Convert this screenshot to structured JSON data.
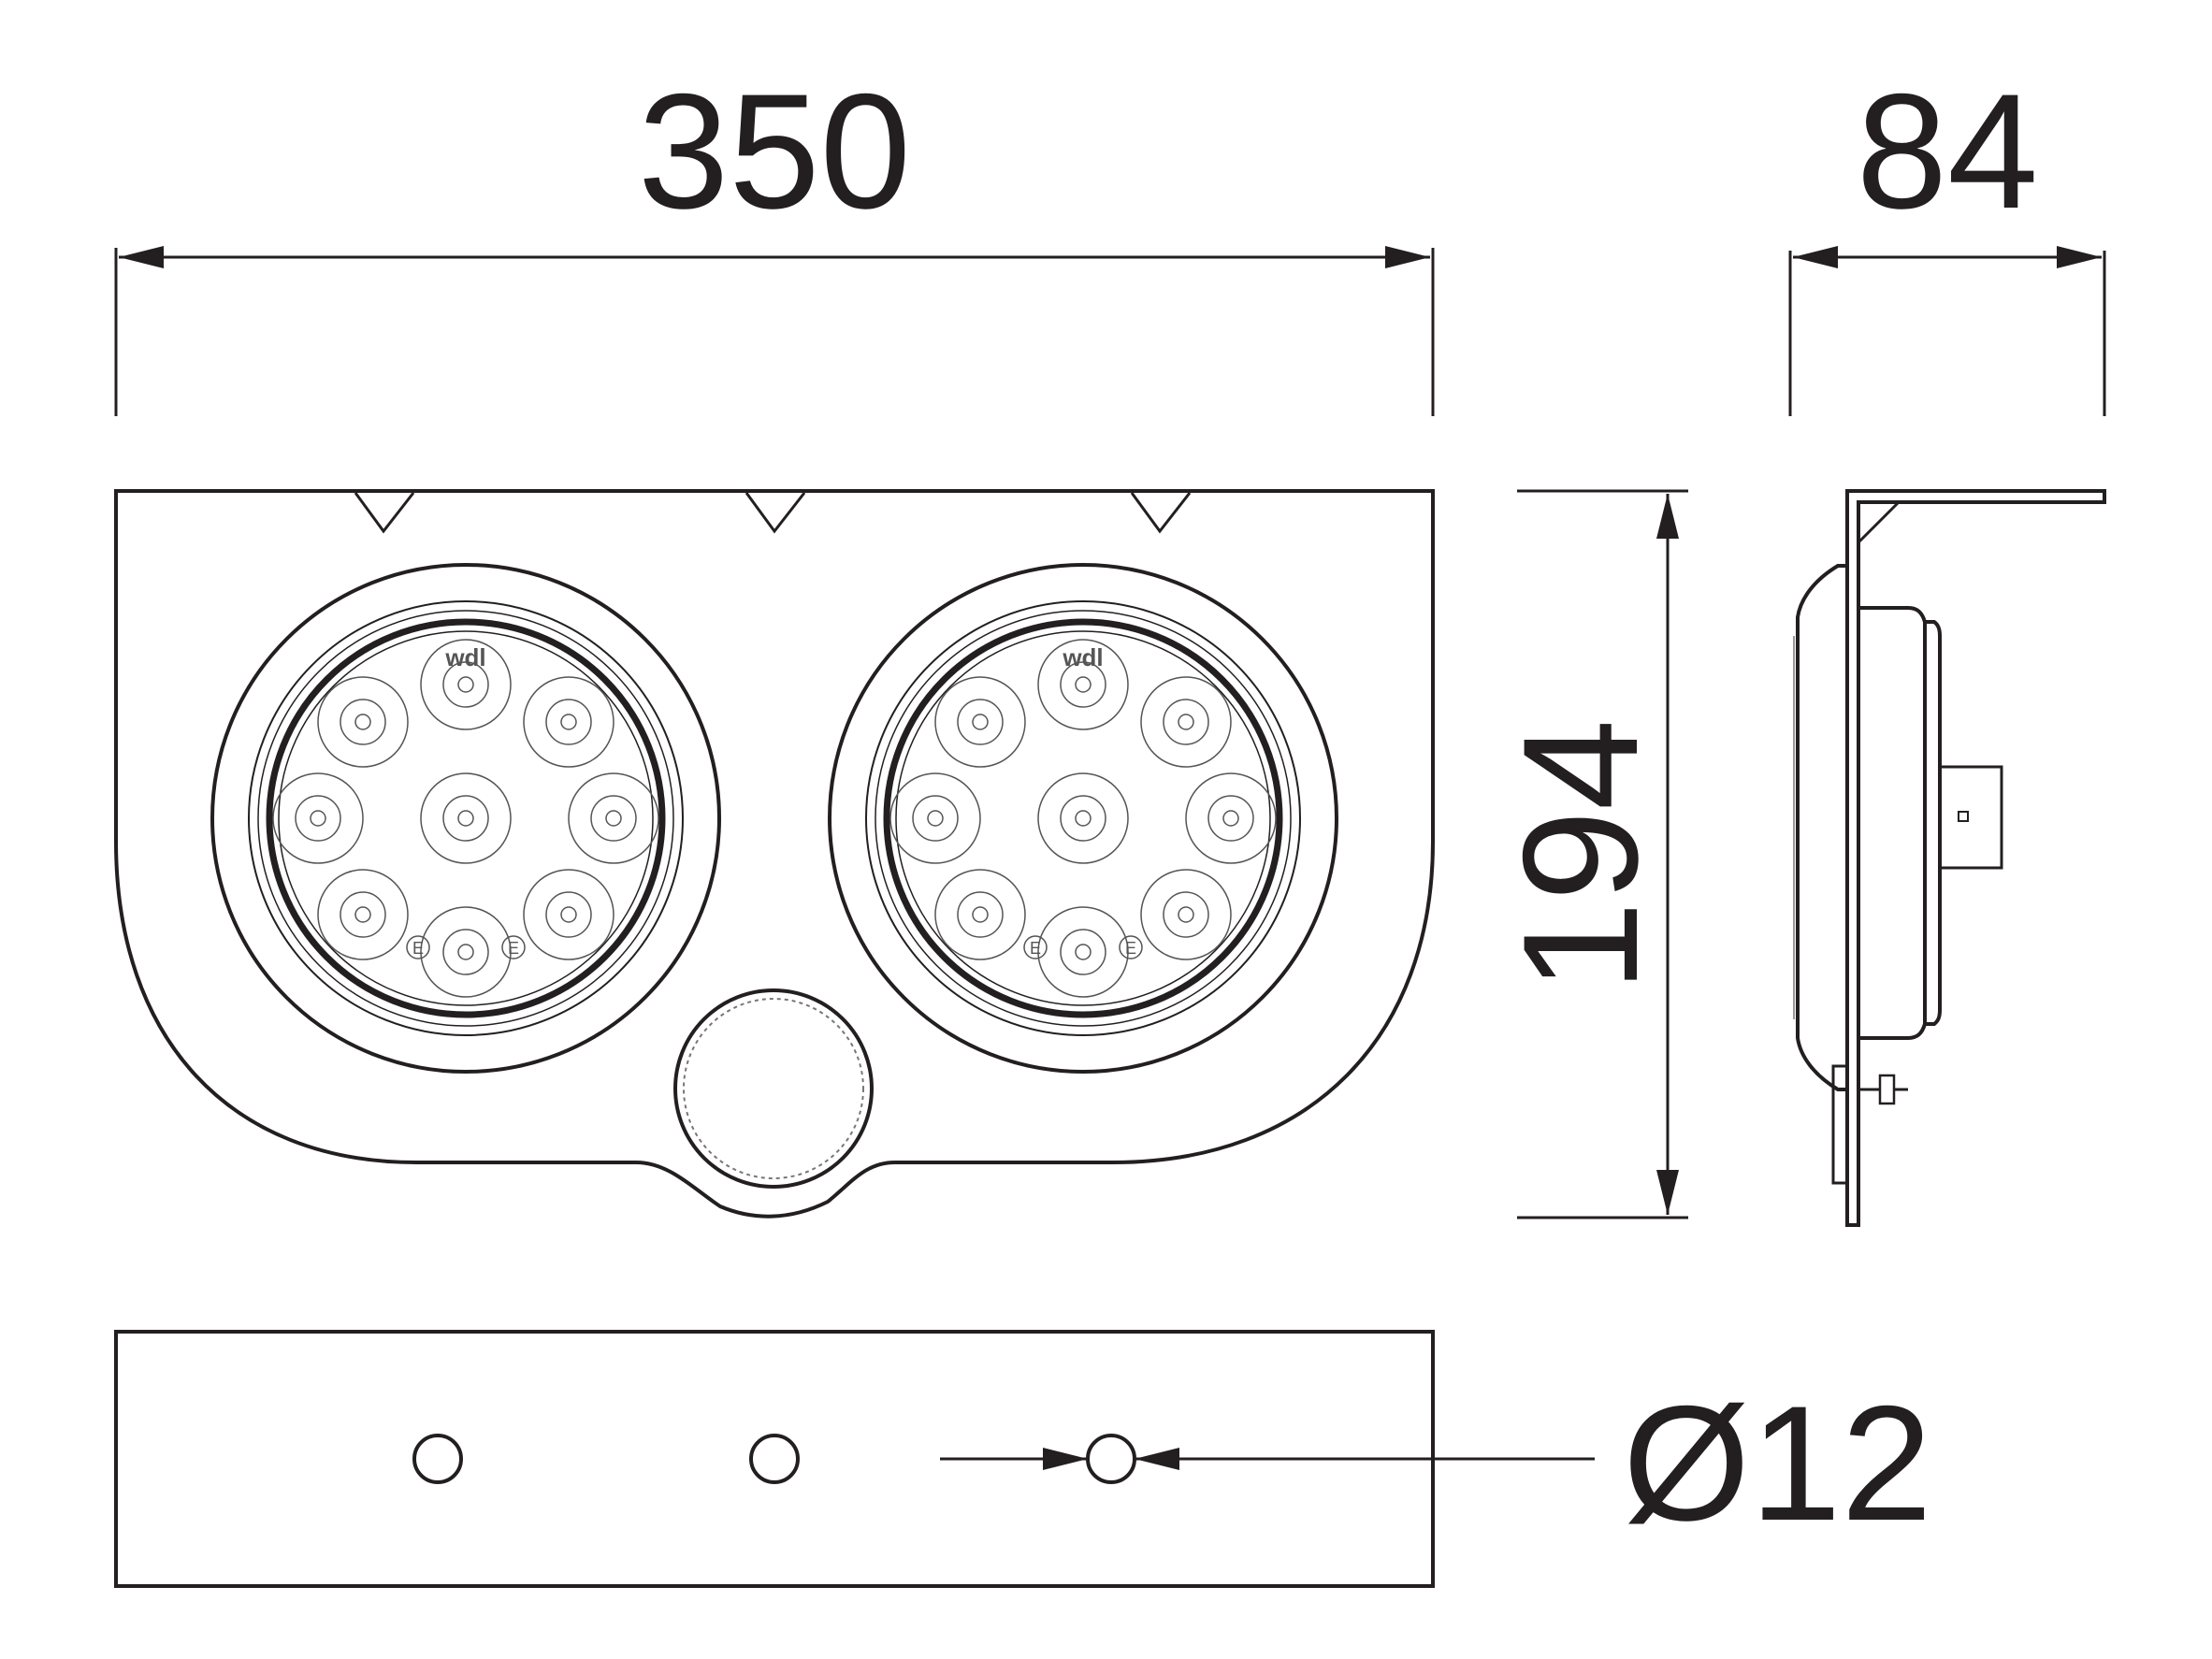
{
  "dimensions": {
    "width": "350",
    "depth": "84",
    "height": "194",
    "hole_diameter": "Ø12"
  },
  "lamps": {
    "logo_text": "wdl",
    "mark_text": "E"
  },
  "colors": {
    "line": "#231f20",
    "background": "#ffffff"
  }
}
